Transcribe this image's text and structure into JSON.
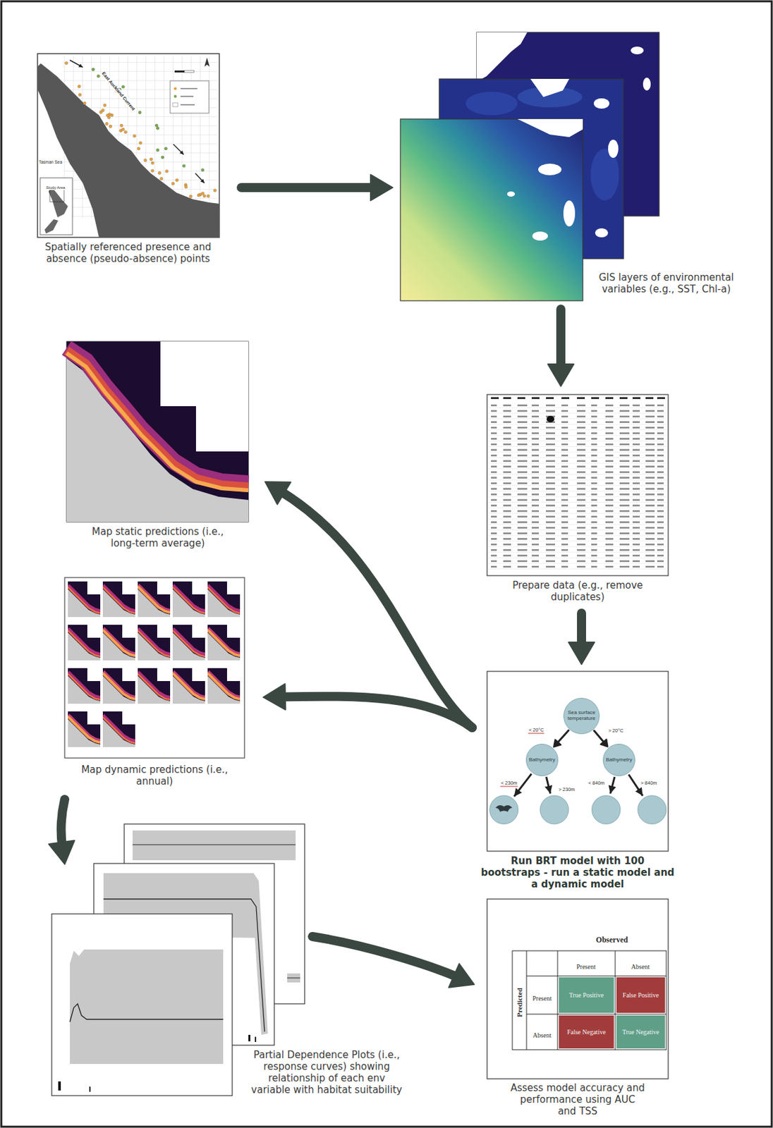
{
  "diagram": {
    "nodes": [
      {
        "text": [
          "Spatially referenced presence and absence (pseudo-absence) points"
        ]
      },
      {
        "text": [
          "GIS layers of environmental variables (e.g., SST, Chl-a)"
        ]
      },
      {
        "text": [
          "Prepare data (e.g., remove duplicates)"
        ]
      },
      {
        "text": [
          "Run BRT model with 100 bootstraps - run a static model and a dynamic model"
        ]
      },
      {
        "text": [
          "Sea surface temperature"
        ],
        "in": 3
      },
      {
        "text": [
          "Bathymetry"
        ],
        "in": 3
      },
      {
        "text": [
          "Bathymetry"
        ],
        "in": 3
      },
      {
        "text": [
          "Map static predictions (i.e., long-term average)"
        ]
      },
      {
        "text": [
          "Map dynamic predictions (i.e., annual)"
        ]
      },
      {
        "text": [
          "Partial Dependence Plots (i.e., response curves) showing relationship of each env variable with habitat suitability"
        ]
      },
      {
        "text": [
          "Assess model accuracy and performance using AUC and TSS"
        ]
      },
      {
        "text": [
          "True Positive"
        ],
        "in": 10
      },
      {
        "text": [
          "False Positive"
        ],
        "in": 10
      },
      {
        "text": [
          "False Negative"
        ],
        "in": 10
      },
      {
        "text": [
          "True Negative"
        ],
        "in": 10
      }
    ],
    "edges": [
      {
        "from": 0,
        "to": 1,
        "arrow": "to"
      },
      {
        "from": 1,
        "to": 2,
        "arrow": "to"
      },
      {
        "from": 2,
        "to": 3,
        "arrow": "to"
      },
      {
        "from": 3,
        "to": 7,
        "arrow": "to"
      },
      {
        "from": 3,
        "to": 8,
        "arrow": "to"
      },
      {
        "from": 8,
        "to": 9,
        "arrow": "to"
      },
      {
        "from": 9,
        "to": 10,
        "arrow": "to"
      },
      {
        "from": 4,
        "to": 5,
        "label": "< 20°C",
        "arrow": "to"
      },
      {
        "from": 4,
        "to": 6,
        "label": "> 20°C",
        "arrow": "to"
      }
    ],
    "labels": [
      "East Auckland Current",
      "Tasman Sea",
      "Study Area",
      "< 230m",
      "> 230m",
      "< 840m",
      "> 840m",
      "Observed",
      "Present",
      "Absent",
      "Predicted",
      "Present",
      "Absent"
    ]
  }
}
